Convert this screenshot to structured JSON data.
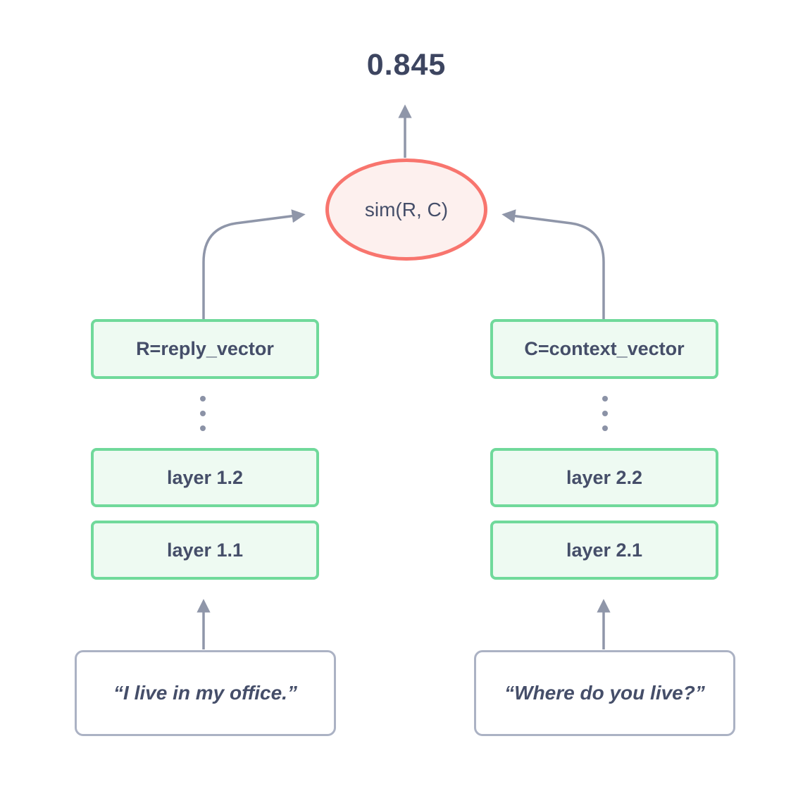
{
  "diagram": {
    "title_hidden": "",
    "score": "0.845",
    "similarity_node": {
      "label": "sim(R, C)"
    },
    "left_tower": {
      "output_label": "R=reply_vector",
      "layers": [
        "layer 1.2",
        "layer 1.1"
      ],
      "input_text": "“I live in my office.”"
    },
    "right_tower": {
      "output_label": "C=context_vector",
      "layers": [
        "layer 2.2",
        "layer 2.1"
      ],
      "input_text": "“Where do you live?”"
    },
    "icons": {
      "vertical_ellipsis": "⋮",
      "arrow_up": "↑"
    },
    "colors": {
      "encoder_box_border": "#70d99b",
      "encoder_box_fill": "#eefaf2",
      "similarity_border": "#f8756e",
      "similarity_fill": "#fdf0ee",
      "input_box_border": "#abb2c4",
      "arrow": "#8f96a9",
      "text": "#454e69"
    }
  }
}
